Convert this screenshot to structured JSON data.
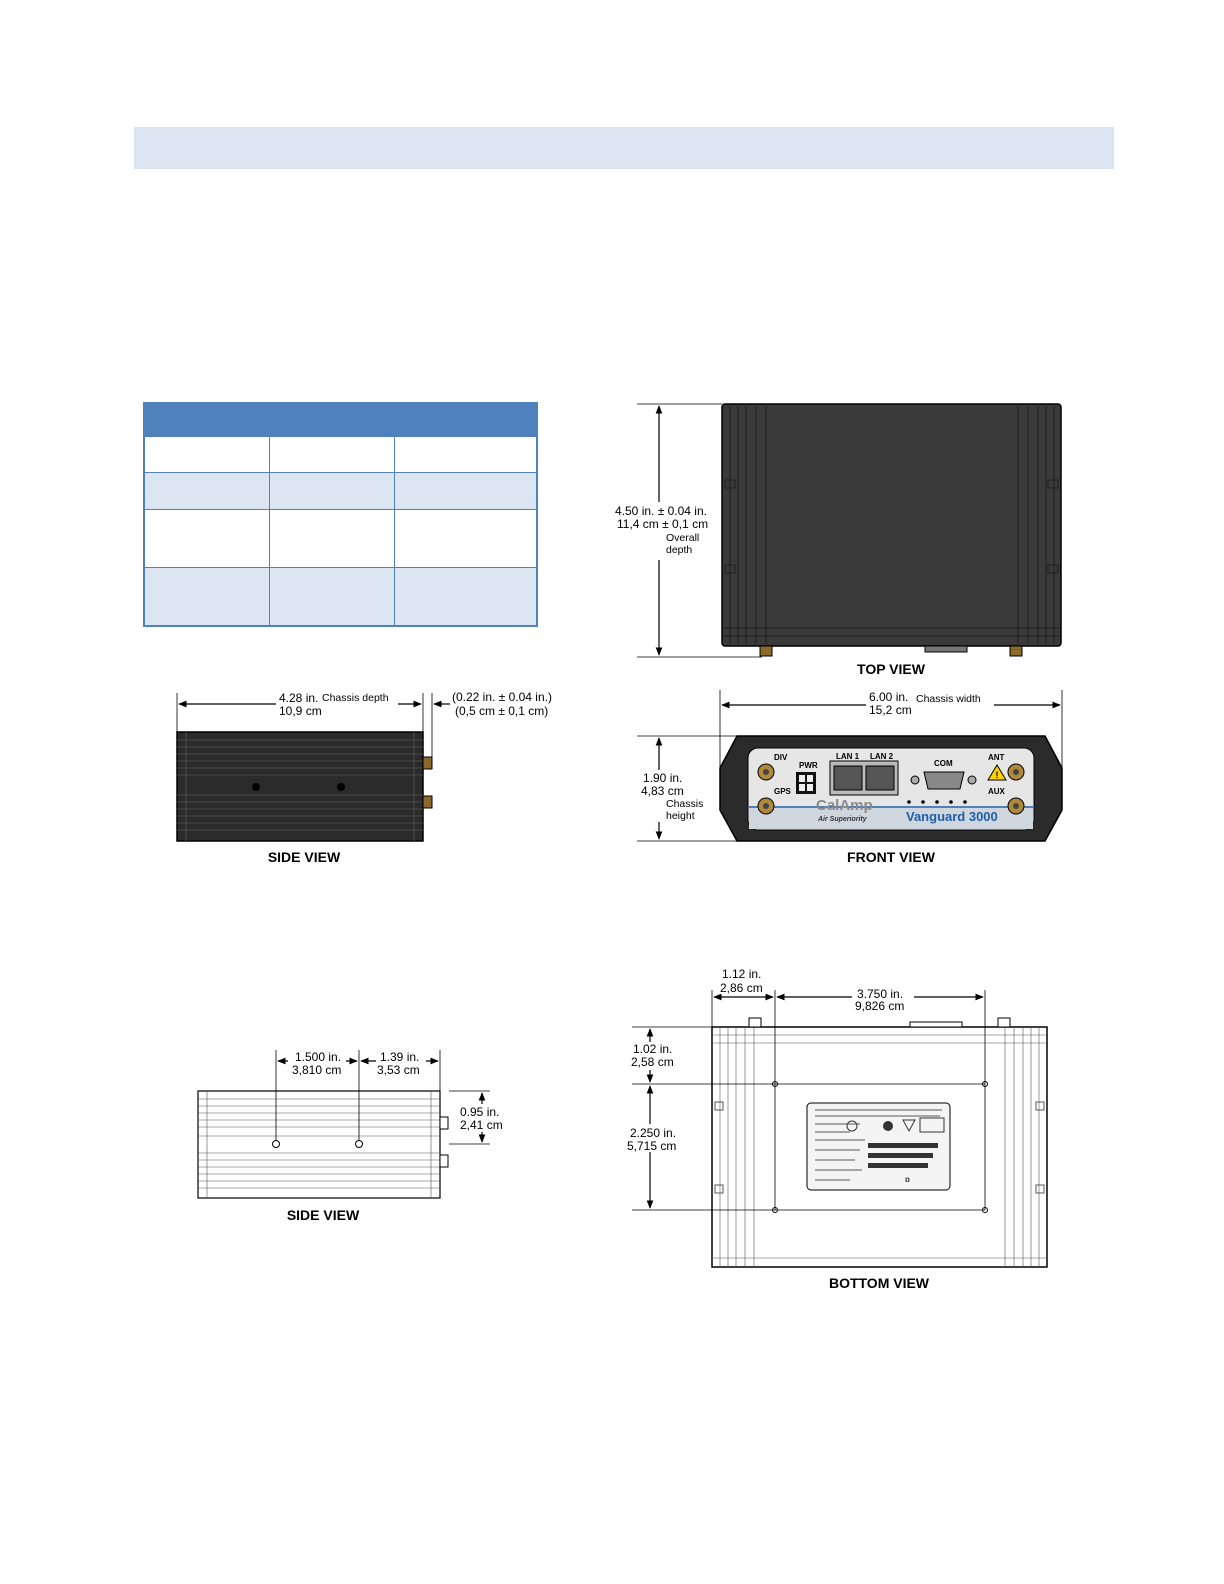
{
  "spec_table": {
    "rows": [
      [
        "",
        "",
        ""
      ],
      [
        "",
        "",
        ""
      ],
      [
        "",
        "",
        ""
      ],
      [
        "",
        "",
        ""
      ]
    ]
  },
  "top_view": {
    "title": "TOP VIEW",
    "depth_in": "4.50 in. ± 0.04 in.",
    "depth_cm": "11,4 cm ± 0,1 cm",
    "depth_note_1": "Overall",
    "depth_note_2": "depth"
  },
  "side_view_1": {
    "title": "SIDE VIEW",
    "chassis_depth_in": "4.28 in.",
    "chassis_depth_note": "Chassis depth",
    "chassis_depth_cm": "10,9 cm",
    "connector_in": "(0.22 in. ± 0.04 in.)",
    "connector_cm": "(0,5 cm ± 0,1 cm)"
  },
  "front_view": {
    "title": "FRONT VIEW",
    "width_in": "6.00 in.",
    "width_note": "Chassis width",
    "width_cm": "15,2 cm",
    "height_in": "1.90 in.",
    "height_cm": "4,83 cm",
    "height_note_1": "Chassis",
    "height_note_2": "height",
    "ports": {
      "div": "DIV",
      "gps": "GPS",
      "pwr": "PWR",
      "lan1": "LAN 1",
      "lan2": "LAN 2",
      "com": "COM",
      "ant": "ANT",
      "aux": "AUX"
    },
    "brand": "CalAmp",
    "tagline": "Air Superiority",
    "model": "Vanguard 3000"
  },
  "side_view_2": {
    "title": "SIDE VIEW",
    "hole1_in": "1.500 in.",
    "hole1_cm": "3,810 cm",
    "hole2_in": "1.39 in.",
    "hole2_cm": "3,53 cm",
    "height_in": "0.95 in.",
    "height_cm": "2,41 cm"
  },
  "bottom_view": {
    "title": "BOTTOM VIEW",
    "offset_x_in": "1.12 in.",
    "offset_x_cm": "2,86 cm",
    "span_x_in": "3.750 in.",
    "span_x_cm": "9,826 cm",
    "offset_y_in": "1.02 in.",
    "offset_y_cm": "2,58 cm",
    "span_y_in": "2.250 in.",
    "span_y_cm": "5,715 cm"
  },
  "colors": {
    "header_band": "#dce6f2",
    "table_header": "#4f81bd",
    "table_alt_row": "#dce6f2",
    "chassis_dark": "#3a3a3a",
    "model_text": "#1f5fa8",
    "warning": "#ffd200"
  }
}
